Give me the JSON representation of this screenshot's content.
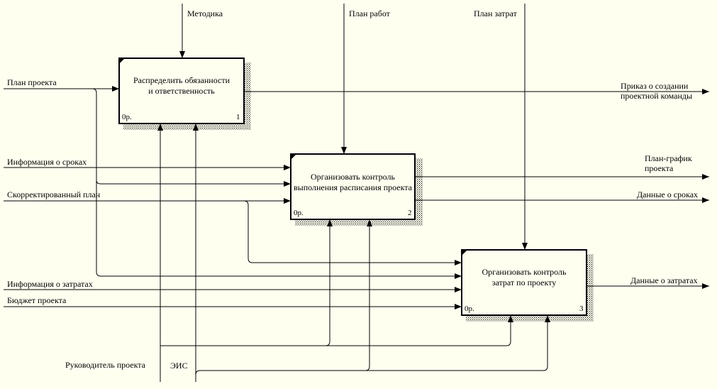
{
  "activities": [
    {
      "title_line1": "Распределить обязанности",
      "title_line2": "и ответственность",
      "cost": "0р.",
      "number": "1"
    },
    {
      "title_line1": "Организовать контроль",
      "title_line2": "выполнения расписания проекта",
      "cost": "0р.",
      "number": "2"
    },
    {
      "title_line1": "Организовать контроль",
      "title_line2": "затрат по проекту",
      "cost": "0р.",
      "number": "3"
    }
  ],
  "arrows": {
    "controls": [
      "Методика",
      "План работ",
      "План затрат"
    ],
    "inputs": [
      "План проекта",
      "Информация о сроках",
      "Скорректированный план",
      "Информация о затратах",
      "Бюджет проекта"
    ],
    "outputs": {
      "order_line1": "Приказ о создании",
      "order_line2": "проектной команды",
      "schedule_line1": "План-график",
      "schedule_line2": "проекта",
      "deadlines": "Данные о сроках",
      "costs": "Данные о затратах"
    },
    "mechanisms": [
      "Руководитель проекта",
      "ЭИС"
    ]
  }
}
